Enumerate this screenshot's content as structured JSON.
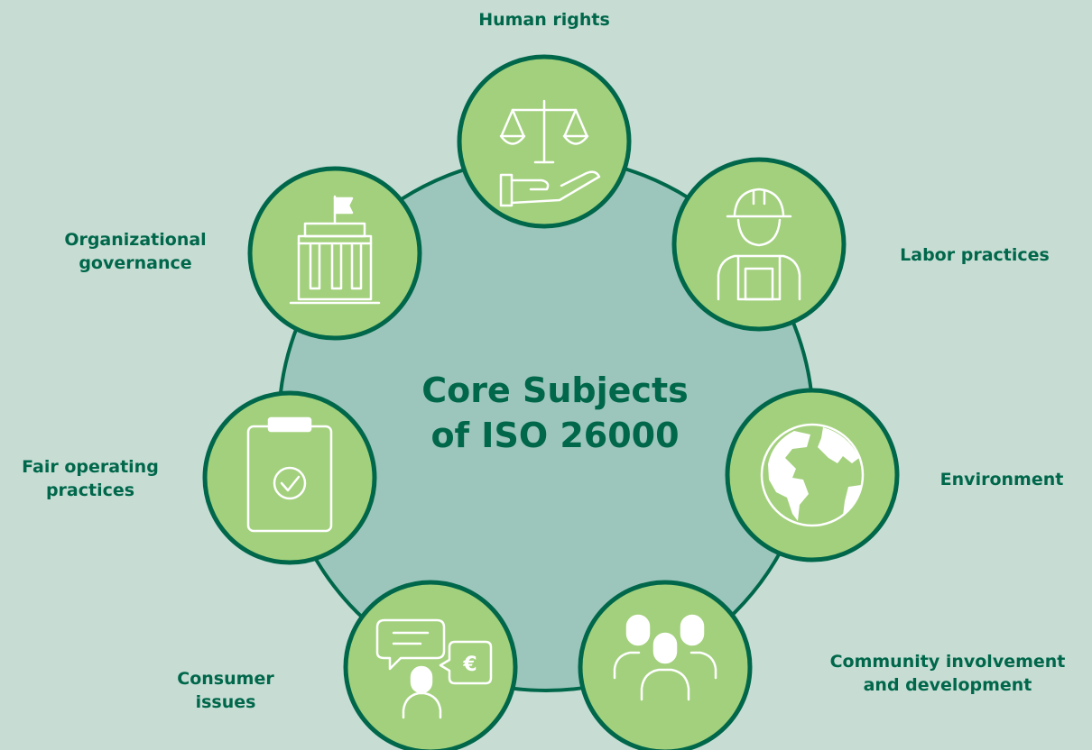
{
  "center": {
    "title_line1": "Core Subjects",
    "title_line2": "of ISO 26000"
  },
  "subjects": [
    {
      "id": "human-rights",
      "lines": [
        "Human rights"
      ],
      "icon": "scales-hand-icon"
    },
    {
      "id": "labor-practices",
      "lines": [
        "Labor practices"
      ],
      "icon": "worker-hardhat-icon"
    },
    {
      "id": "environment",
      "lines": [
        "Environment"
      ],
      "icon": "globe-icon"
    },
    {
      "id": "community",
      "lines": [
        "Community involvement",
        "and development"
      ],
      "icon": "people-group-icon"
    },
    {
      "id": "consumer",
      "lines": [
        "Consumer",
        "issues"
      ],
      "icon": "consumer-chat-euro-icon"
    },
    {
      "id": "fair-operating",
      "lines": [
        "Fair operating",
        "practices"
      ],
      "icon": "clipboard-check-icon"
    },
    {
      "id": "governance",
      "lines": [
        "Organizational",
        "governance"
      ],
      "icon": "building-flag-icon"
    }
  ],
  "colors": {
    "background": "#c7ddd4",
    "center_fill": "#9cc6bc",
    "node_fill": "#a2d07c",
    "outline": "#00674a",
    "icon_stroke": "#ffffff",
    "text": "#00674a"
  }
}
